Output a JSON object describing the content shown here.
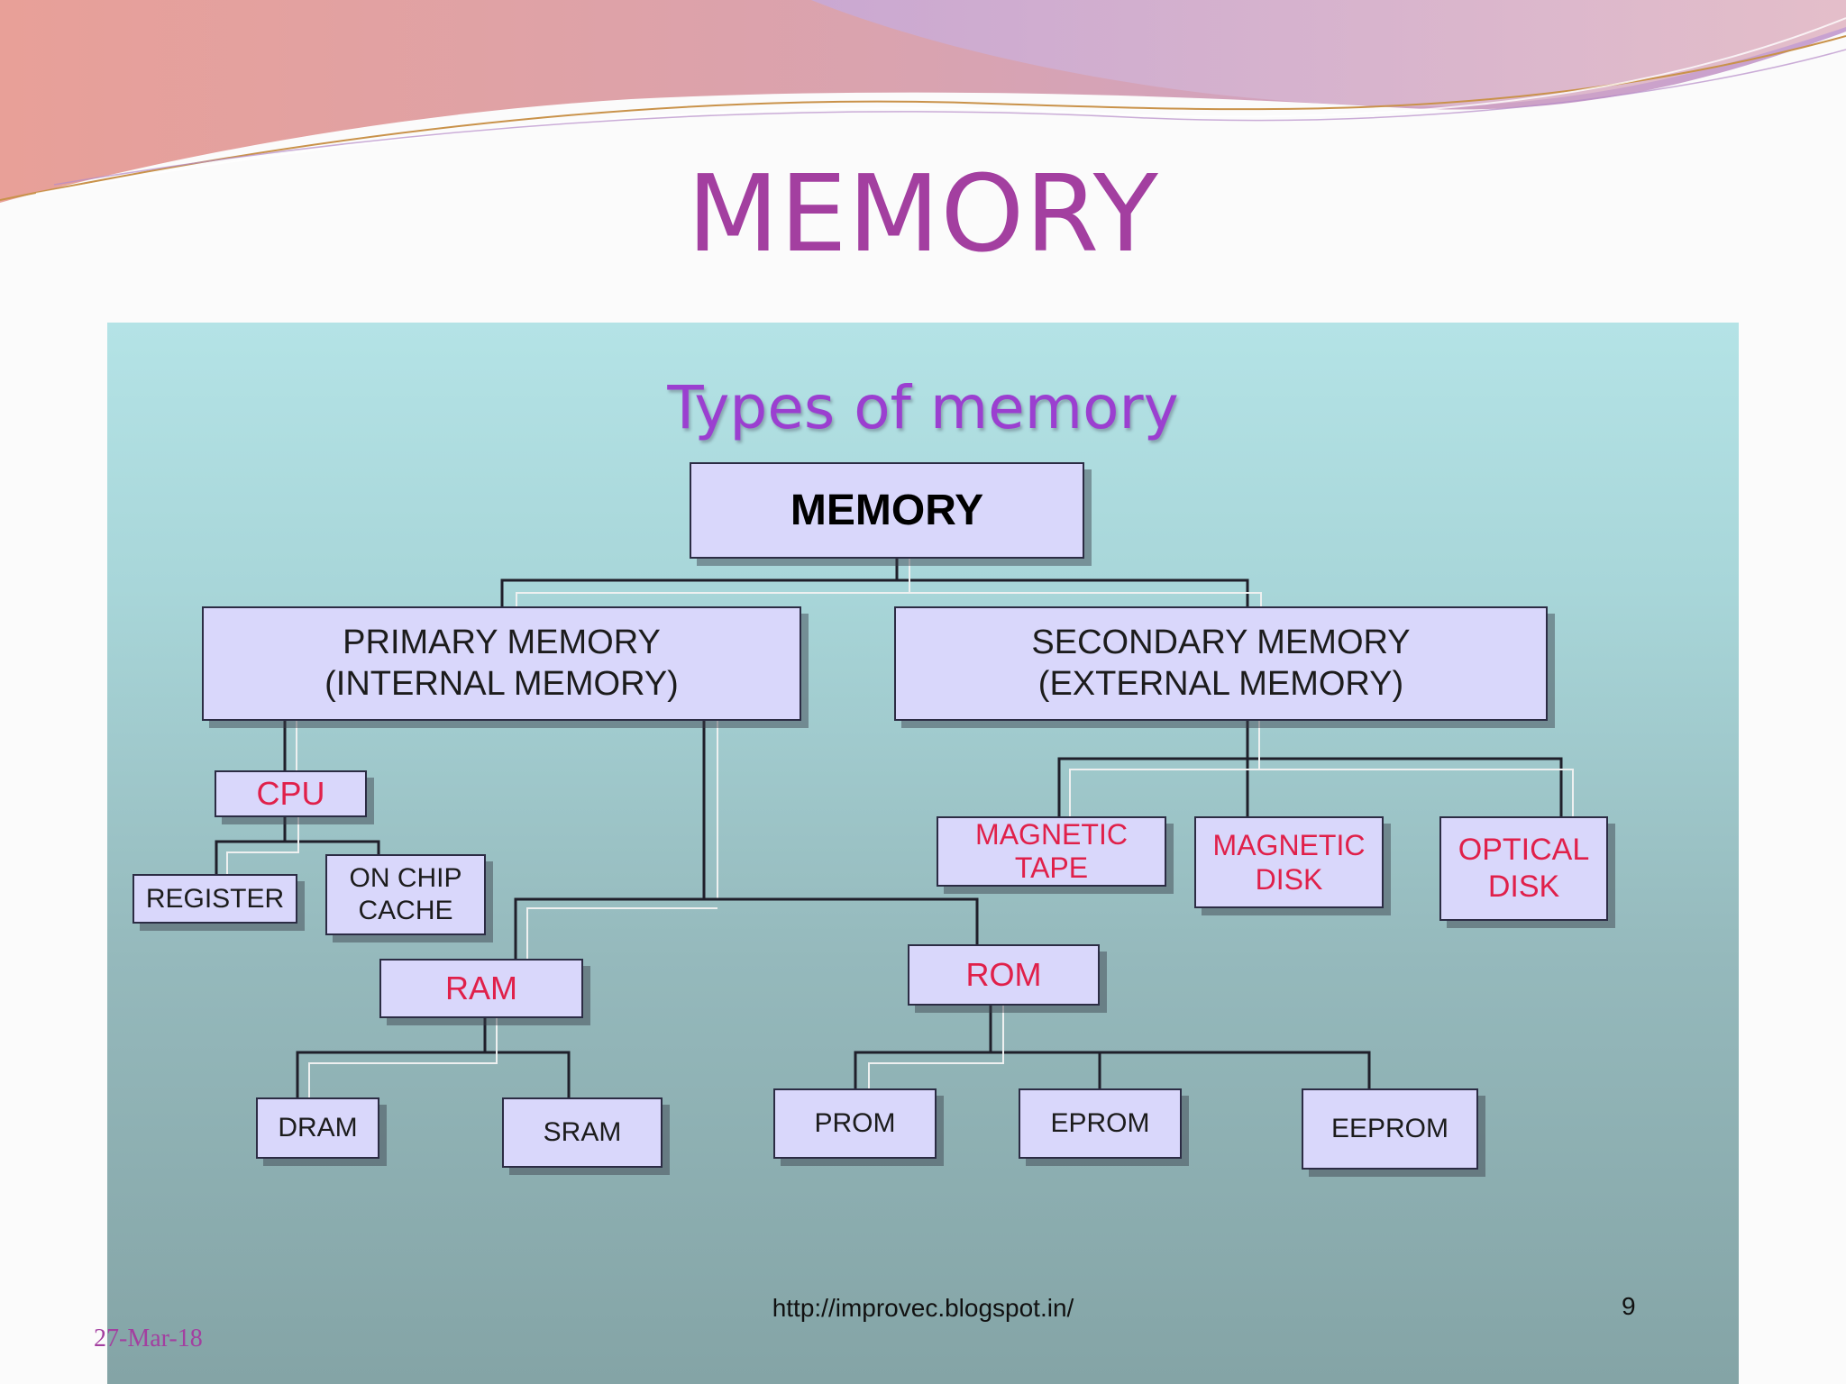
{
  "slide": {
    "title": "MEMORY",
    "date": "27-Mar-18"
  },
  "diagram": {
    "heading": "Types of memory",
    "nodes": {
      "memory": "MEMORY",
      "primary": [
        "PRIMARY MEMORY",
        "(INTERNAL MEMORY)"
      ],
      "secondary": [
        "SECONDARY MEMORY",
        "(EXTERNAL MEMORY)"
      ],
      "cpu": "CPU",
      "register": "REGISTER",
      "cache": [
        "ON CHIP",
        "CACHE"
      ],
      "ram": "RAM",
      "rom": "ROM",
      "dram": "DRAM",
      "sram": "SRAM",
      "prom": "PROM",
      "eprom": "EPROM",
      "eeprom": "EEPROM",
      "tape": [
        "MAGNETIC",
        "TAPE"
      ],
      "disk": [
        "MAGNETIC",
        "DISK"
      ],
      "optical": [
        "OPTICAL",
        "DISK"
      ]
    },
    "source": "http://improvec.blogspot.in/",
    "page_number": "9"
  },
  "colors": {
    "title": "#a33fa0",
    "heading": "#9b3fd0",
    "red_label": "#e0204a",
    "box_fill": "#d9d7fb",
    "date": "#a33fa0"
  }
}
